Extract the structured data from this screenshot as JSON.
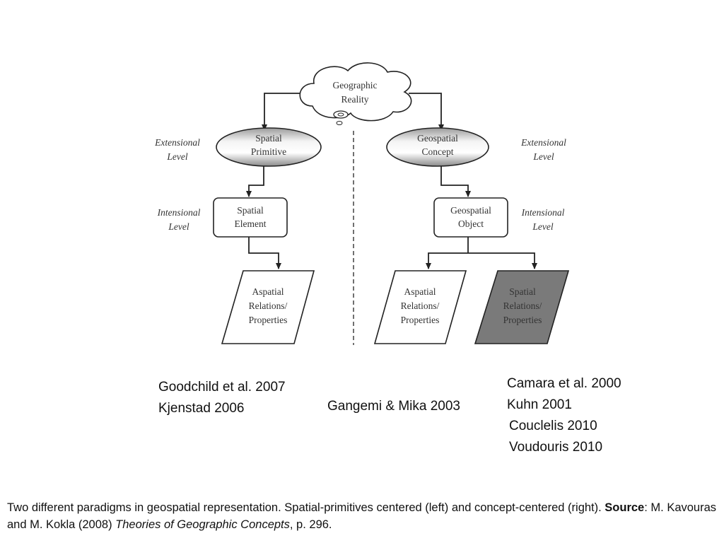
{
  "diagram": {
    "root": [
      "Geographic",
      "Reality"
    ],
    "left": {
      "ellipse": [
        "Spatial",
        "Primitive"
      ],
      "box": [
        "Spatial",
        "Element"
      ],
      "para": [
        "Aspatial",
        "Relations/",
        "Properties"
      ]
    },
    "right": {
      "ellipse": [
        "Geospatial",
        "Concept"
      ],
      "box": [
        "Geospatial",
        "Object"
      ],
      "para_a": [
        "Aspatial",
        "Relations/",
        "Properties"
      ],
      "para_b": [
        "Spatial",
        "Relations/",
        "Properties"
      ]
    },
    "levels": {
      "extensional": [
        "Extensional",
        "Level"
      ],
      "intensional": [
        "Intensional",
        "Level"
      ]
    }
  },
  "citations": {
    "left": [
      "Goodchild et al. 2007",
      "Kjenstad  2006"
    ],
    "middle": "Gangemi & Mika 2003",
    "right": [
      "Camara et al. 2000",
      "Kuhn 2001",
      "Couclelis 2010",
      "Voudouris 2010"
    ]
  },
  "caption": {
    "text1": "Two different paradigms in geospatial representation. Spatial-primitives centered (left) and concept-centered (right). ",
    "source_label": "Source",
    "text2": ": M. Kavouras and M. Kokla (2008) ",
    "book_title": "Theories of Geographic Concepts",
    "text3": ", p. 296."
  },
  "colors": {
    "ink": "#222222",
    "shaded_box": "#7a7a7a"
  }
}
